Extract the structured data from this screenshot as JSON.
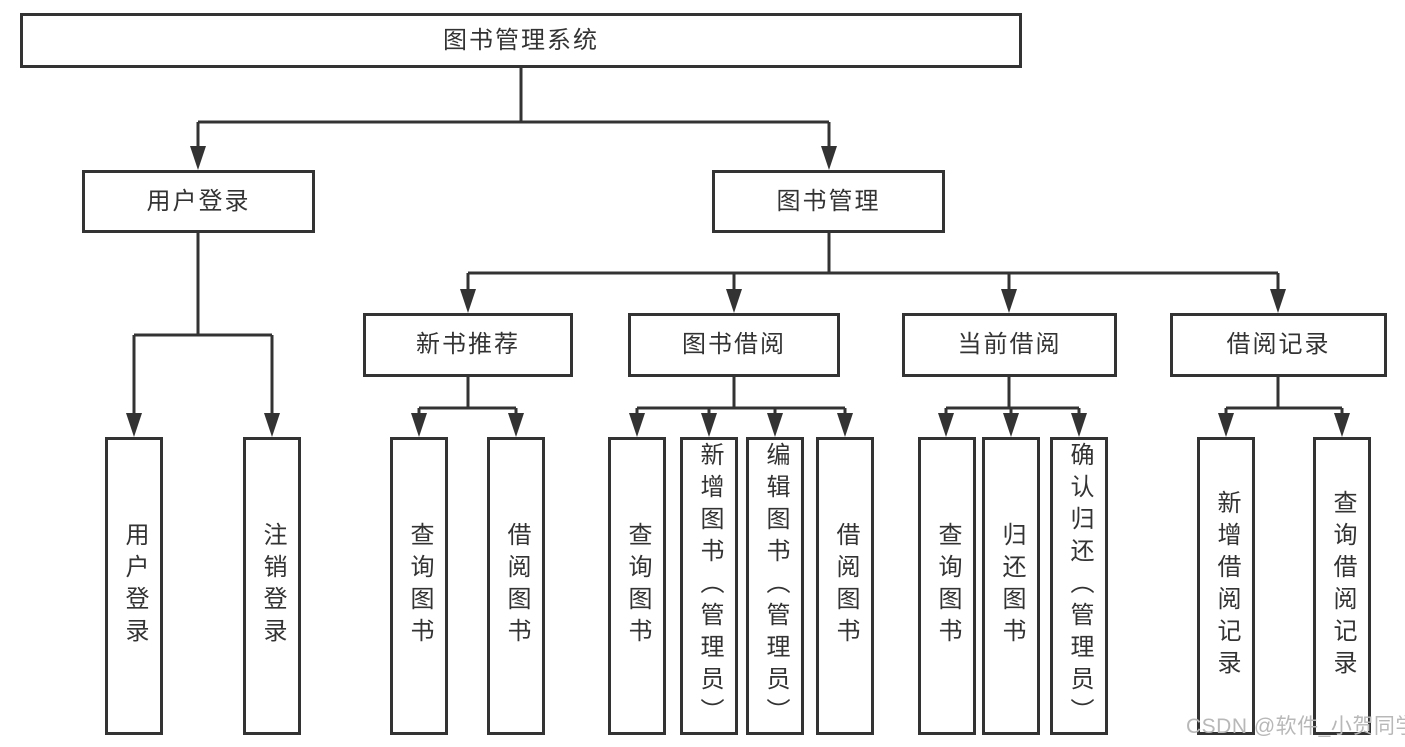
{
  "diagram": {
    "root": {
      "label": "图书管理系统"
    },
    "branches": {
      "user_login": {
        "label": "用户登录",
        "children": [
          "用户登录",
          "注销登录"
        ]
      },
      "book_management": {
        "label": "图书管理",
        "children": {
          "new_books": {
            "label": "新书推荐",
            "children": [
              "查询图书",
              "借阅图书"
            ]
          },
          "borrowing": {
            "label": "图书借阅",
            "children": [
              "查询图书",
              "新增图书（管理员）",
              "编辑图书（管理员）",
              "借阅图书"
            ]
          },
          "current": {
            "label": "当前借阅",
            "children": [
              "查询图书",
              "归还图书",
              "确认归还（管理员）"
            ]
          },
          "records": {
            "label": "借阅记录",
            "children": [
              "新增借阅记录",
              "查询借阅记录"
            ]
          }
        }
      }
    }
  },
  "watermark": {
    "text": "CSDN @软件_小贺同学"
  },
  "colors": {
    "line": "#333333",
    "text": "#333333",
    "background": "#ffffff",
    "watermark": "#b8b8b8"
  }
}
